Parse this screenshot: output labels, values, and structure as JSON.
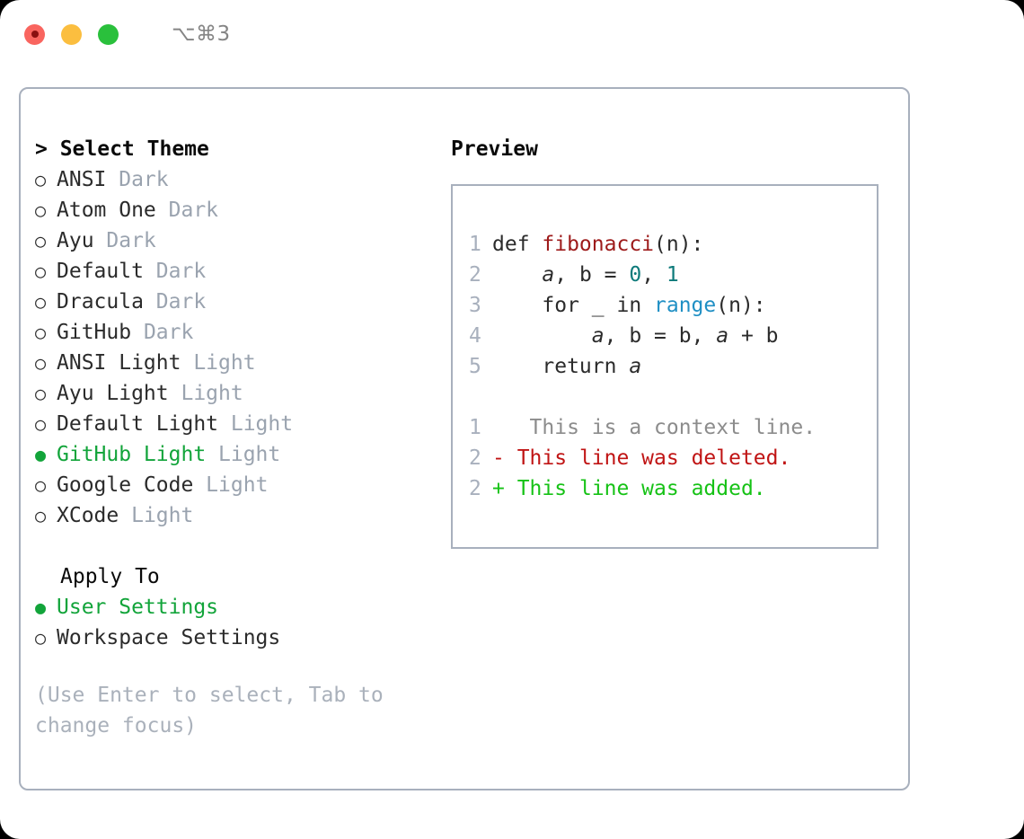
{
  "titlebar": {
    "shortcut": "⌥⌘3",
    "lights": [
      "close",
      "minimize",
      "maximize"
    ]
  },
  "theme_panel": {
    "header": "> Select Theme",
    "caret": ">",
    "header_text": "Select Theme",
    "options": [
      {
        "marker": "○",
        "label": "ANSI",
        "badge": "Dark",
        "selected": false
      },
      {
        "marker": "○",
        "label": "Atom One",
        "badge": "Dark",
        "selected": false
      },
      {
        "marker": "○",
        "label": "Ayu",
        "badge": "Dark",
        "selected": false
      },
      {
        "marker": "○",
        "label": "Default",
        "badge": "Dark",
        "selected": false
      },
      {
        "marker": "○",
        "label": "Dracula",
        "badge": "Dark",
        "selected": false
      },
      {
        "marker": "○",
        "label": "GitHub",
        "badge": "Dark",
        "selected": false
      },
      {
        "marker": "○",
        "label": "ANSI Light",
        "badge": "Light",
        "selected": false
      },
      {
        "marker": "○",
        "label": "Ayu Light",
        "badge": "Light",
        "selected": false
      },
      {
        "marker": "○",
        "label": "Default Light",
        "badge": "Light",
        "selected": false
      },
      {
        "marker": "●",
        "label": "GitHub Light",
        "badge": "Light",
        "selected": true
      },
      {
        "marker": "○",
        "label": "Google Code",
        "badge": "Light",
        "selected": false
      },
      {
        "marker": "○",
        "label": "XCode",
        "badge": "Light",
        "selected": false
      }
    ]
  },
  "apply_to": {
    "header": "Apply To",
    "options": [
      {
        "marker": "●",
        "label": "User Settings",
        "selected": true
      },
      {
        "marker": "○",
        "label": "Workspace Settings",
        "selected": false
      }
    ]
  },
  "hint": "(Use Enter to select, Tab to change focus)",
  "preview": {
    "title": "Preview",
    "code_lines": [
      {
        "num": "1",
        "segments": [
          {
            "text": "def ",
            "kind": "plain"
          },
          {
            "text": "fibonacci",
            "kind": "fn"
          },
          {
            "text": "(n):",
            "kind": "plain"
          }
        ]
      },
      {
        "num": "2",
        "segments": [
          {
            "text": "    ",
            "kind": "plain"
          },
          {
            "text": "a",
            "kind": "var"
          },
          {
            "text": ", b = ",
            "kind": "plain"
          },
          {
            "text": "0",
            "kind": "num"
          },
          {
            "text": ", ",
            "kind": "plain"
          },
          {
            "text": "1",
            "kind": "num"
          }
        ]
      },
      {
        "num": "3",
        "segments": [
          {
            "text": "    for _ in ",
            "kind": "plain"
          },
          {
            "text": "range",
            "kind": "call"
          },
          {
            "text": "(n):",
            "kind": "plain"
          }
        ]
      },
      {
        "num": "4",
        "segments": [
          {
            "text": "        ",
            "kind": "plain"
          },
          {
            "text": "a",
            "kind": "var"
          },
          {
            "text": ", b = b, ",
            "kind": "plain"
          },
          {
            "text": "a",
            "kind": "var"
          },
          {
            "text": " + b",
            "kind": "plain"
          }
        ]
      },
      {
        "num": "5",
        "segments": [
          {
            "text": "    return ",
            "kind": "plain"
          },
          {
            "text": "a",
            "kind": "var"
          }
        ]
      }
    ],
    "diff_lines": [
      {
        "num": "1",
        "sign": " ",
        "text": "  This is a context line.",
        "kind": "ctx"
      },
      {
        "num": "2",
        "sign": "-",
        "text": " This line was deleted.",
        "kind": "del"
      },
      {
        "num": "2",
        "sign": "+",
        "text": " This line was added.",
        "kind": "add"
      }
    ]
  },
  "colors": {
    "accent_green": "#12a43a",
    "border": "#a8b0bd",
    "muted": "#9aa3af",
    "fn_red": "#9d1a1a",
    "num_teal": "#0d7a7a",
    "call_blue": "#1f8fc4",
    "diff_del": "#c01414",
    "diff_add": "#16c216"
  }
}
